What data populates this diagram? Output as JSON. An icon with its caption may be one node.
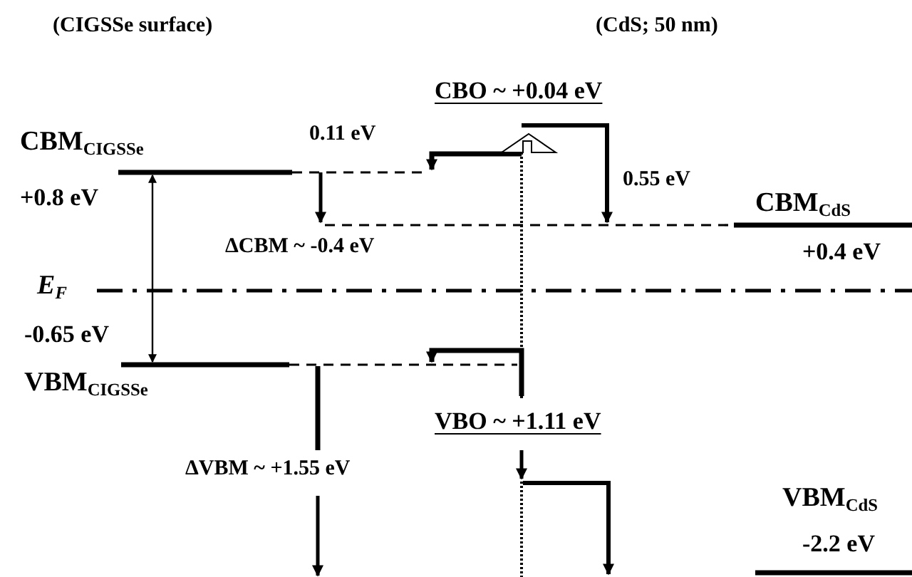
{
  "diagram": {
    "labels": [
      "(CIGSSe surface)",
      "(CdS; 50 nm)",
      "CBO ~  +0.04 eV",
      "0.11 eV",
      "CBM$_{CIGSSe}$",
      "0.55 eV",
      "+0.8 eV",
      "CBM$_{CdS}$",
      "ΔCBM ~ -0.4 eV",
      "+0.4 eV",
      "E$_{F}$",
      "-0.65 eV",
      "VBM$_{CIGSSe}$",
      "VBO ~ +1.11 eV",
      "ΔVBM ~ +1.55 eV",
      "VBM$_{CdS}$",
      "-2.2 eV"
    ]
  }
}
